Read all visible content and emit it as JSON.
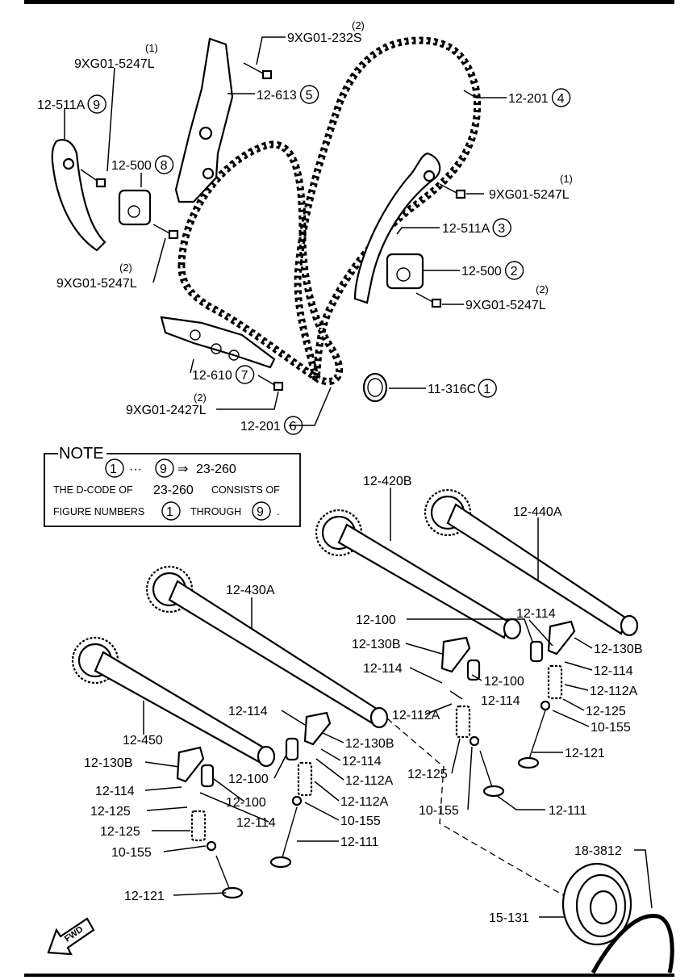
{
  "note": {
    "title": "NOTE",
    "range_start": "1",
    "range_dots": "···",
    "range_end": "9",
    "arrow": "⇒",
    "range_target": "23-260",
    "line2_a": "THE D-CODE OF",
    "line2_b": "23-260",
    "line2_c": "CONSISTS OF",
    "line3_a": "FIGURE NUMBERS",
    "line3_b": "1",
    "line3_c": "THROUGH",
    "line3_d": "9",
    "line3_e": "."
  },
  "fwd": "FWD",
  "callouts": [
    {
      "id": "c1",
      "text": "9XG01-5247L",
      "sup": "(1)"
    },
    {
      "id": "c2",
      "text": "12-511A",
      "circle": "9"
    },
    {
      "id": "c3",
      "text": "9XG01-232S",
      "sup": "(2)"
    },
    {
      "id": "c4",
      "text": "12-613",
      "circle": "5"
    },
    {
      "id": "c5",
      "text": "12-201",
      "circle": "4"
    },
    {
      "id": "c6",
      "text": "12-500",
      "circle": "8"
    },
    {
      "id": "c7",
      "text": "9XG01-5247L",
      "sup": "(1)"
    },
    {
      "id": "c8",
      "text": "12-511A",
      "circle": "3"
    },
    {
      "id": "c9",
      "text": "9XG01-5247L",
      "sup": "(2)"
    },
    {
      "id": "c10",
      "text": "12-500",
      "circle": "2"
    },
    {
      "id": "c11",
      "text": "9XG01-5247L",
      "sup": "(2)"
    },
    {
      "id": "c12",
      "text": "12-610",
      "circle": "7"
    },
    {
      "id": "c13",
      "text": "11-316C",
      "circle": "1"
    },
    {
      "id": "c14",
      "text": "9XG01-2427L",
      "sup": "(2)"
    },
    {
      "id": "c15",
      "text": "12-201",
      "circle": "6"
    },
    {
      "id": "c16",
      "text": "12-420B"
    },
    {
      "id": "c17",
      "text": "12-440A"
    },
    {
      "id": "c18",
      "text": "12-430A"
    },
    {
      "id": "c19",
      "text": "12-100"
    },
    {
      "id": "c20",
      "text": "12-114"
    },
    {
      "id": "c21",
      "text": "12-130B"
    },
    {
      "id": "c22",
      "text": "12-130B"
    },
    {
      "id": "c23",
      "text": "12-114"
    },
    {
      "id": "c24",
      "text": "12-114"
    },
    {
      "id": "c25",
      "text": "12-100"
    },
    {
      "id": "c26",
      "text": "12-112A"
    },
    {
      "id": "c27",
      "text": "12-114"
    },
    {
      "id": "c28",
      "text": "12-112A"
    },
    {
      "id": "c29",
      "text": "12-125"
    },
    {
      "id": "c30",
      "text": "10-155"
    },
    {
      "id": "c31",
      "text": "12-114"
    },
    {
      "id": "c32",
      "text": "12-130B"
    },
    {
      "id": "c33",
      "text": "12-450"
    },
    {
      "id": "c34",
      "text": "12-114"
    },
    {
      "id": "c35",
      "text": "12-121"
    },
    {
      "id": "c36",
      "text": "12-130B"
    },
    {
      "id": "c37",
      "text": "12-100"
    },
    {
      "id": "c38",
      "text": "12-112A"
    },
    {
      "id": "c39",
      "text": "12-125"
    },
    {
      "id": "c40",
      "text": "12-114"
    },
    {
      "id": "c41",
      "text": "12-100"
    },
    {
      "id": "c42",
      "text": "12-112A"
    },
    {
      "id": "c43",
      "text": "12-114"
    },
    {
      "id": "c44",
      "text": "12-125"
    },
    {
      "id": "c45",
      "text": "10-155"
    },
    {
      "id": "c46",
      "text": "10-155"
    },
    {
      "id": "c47",
      "text": "12-111"
    },
    {
      "id": "c48",
      "text": "12-111"
    },
    {
      "id": "c49",
      "text": "12-125"
    },
    {
      "id": "c50",
      "text": "10-155"
    },
    {
      "id": "c51",
      "text": "18-3812"
    },
    {
      "id": "c52",
      "text": "12-121"
    },
    {
      "id": "c53",
      "text": "15-131"
    }
  ]
}
